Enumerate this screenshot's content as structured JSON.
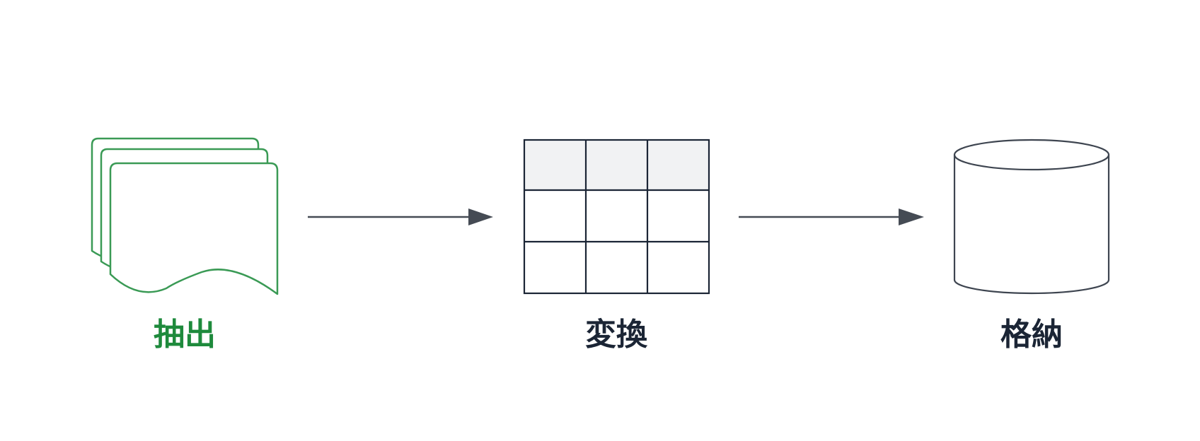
{
  "steps": [
    {
      "label": "抽出",
      "icon": "documents-stack-icon",
      "color": "#1e8a3c"
    },
    {
      "label": "変換",
      "icon": "table-grid-icon",
      "color": "#1b2535"
    },
    {
      "label": "格納",
      "icon": "database-cylinder-icon",
      "color": "#1b2535"
    }
  ],
  "colors": {
    "documents_stroke": "#3a9a55",
    "table_stroke": "#1b2535",
    "table_header_fill": "#f1f2f3",
    "cylinder_stroke": "#3e4550",
    "arrow": "#454b54"
  }
}
